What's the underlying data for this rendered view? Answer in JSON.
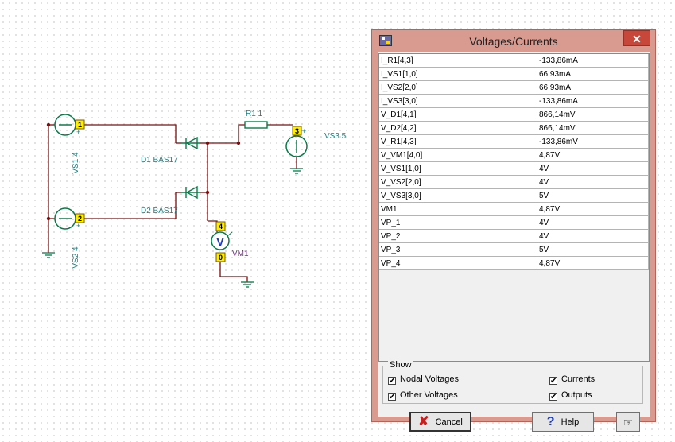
{
  "schematic": {
    "vs1_label": "VS1 4",
    "vs2_label": "VS2 4",
    "vs3_label": "VS3 5",
    "d1_label": "D1 BAS17",
    "d2_label": "D2 BAS17",
    "r1_label": "R1 1",
    "vm1_label": "VM1",
    "vm_symbol": "V",
    "node1": "1",
    "node2": "2",
    "node3": "3",
    "node4": "4",
    "node0": "0",
    "plus": "+"
  },
  "dialog": {
    "title": "Voltages/Currents",
    "close": "✕",
    "rows": [
      {
        "name": "I_R1[4,3]",
        "value": "-133,86mA"
      },
      {
        "name": "I_VS1[1,0]",
        "value": "66,93mA"
      },
      {
        "name": "I_VS2[2,0]",
        "value": "66,93mA"
      },
      {
        "name": "I_VS3[3,0]",
        "value": "-133,86mA"
      },
      {
        "name": "V_D1[4,1]",
        "value": "866,14mV"
      },
      {
        "name": "V_D2[4,2]",
        "value": "866,14mV"
      },
      {
        "name": "V_R1[4,3]",
        "value": "-133,86mV"
      },
      {
        "name": "V_VM1[4,0]",
        "value": "4,87V"
      },
      {
        "name": "V_VS1[1,0]",
        "value": "4V"
      },
      {
        "name": "V_VS2[2,0]",
        "value": "4V"
      },
      {
        "name": "V_VS3[3,0]",
        "value": "5V"
      },
      {
        "name": "VM1",
        "value": "4,87V"
      },
      {
        "name": "VP_1",
        "value": "4V"
      },
      {
        "name": "VP_2",
        "value": "4V"
      },
      {
        "name": "VP_3",
        "value": "5V"
      },
      {
        "name": "VP_4",
        "value": "4,87V"
      }
    ],
    "show": {
      "legend": "Show",
      "nodal_voltages": {
        "label": "Nodal Voltages",
        "checked": true
      },
      "other_voltages": {
        "label": "Other Voltages",
        "checked": true
      },
      "currents": {
        "label": "Currents",
        "checked": true
      },
      "outputs": {
        "label": "Outputs",
        "checked": true
      },
      "check_glyph": "✔"
    },
    "buttons": {
      "cancel": "Cancel",
      "help": "Help"
    }
  },
  "colors": {
    "wire": "#7a1010",
    "component": "#0a7a4a",
    "label": "#1f7f80",
    "node_fill": "#ffee00",
    "dialog_frame": "#d99a90",
    "vm_label": "#7a2d8c"
  }
}
